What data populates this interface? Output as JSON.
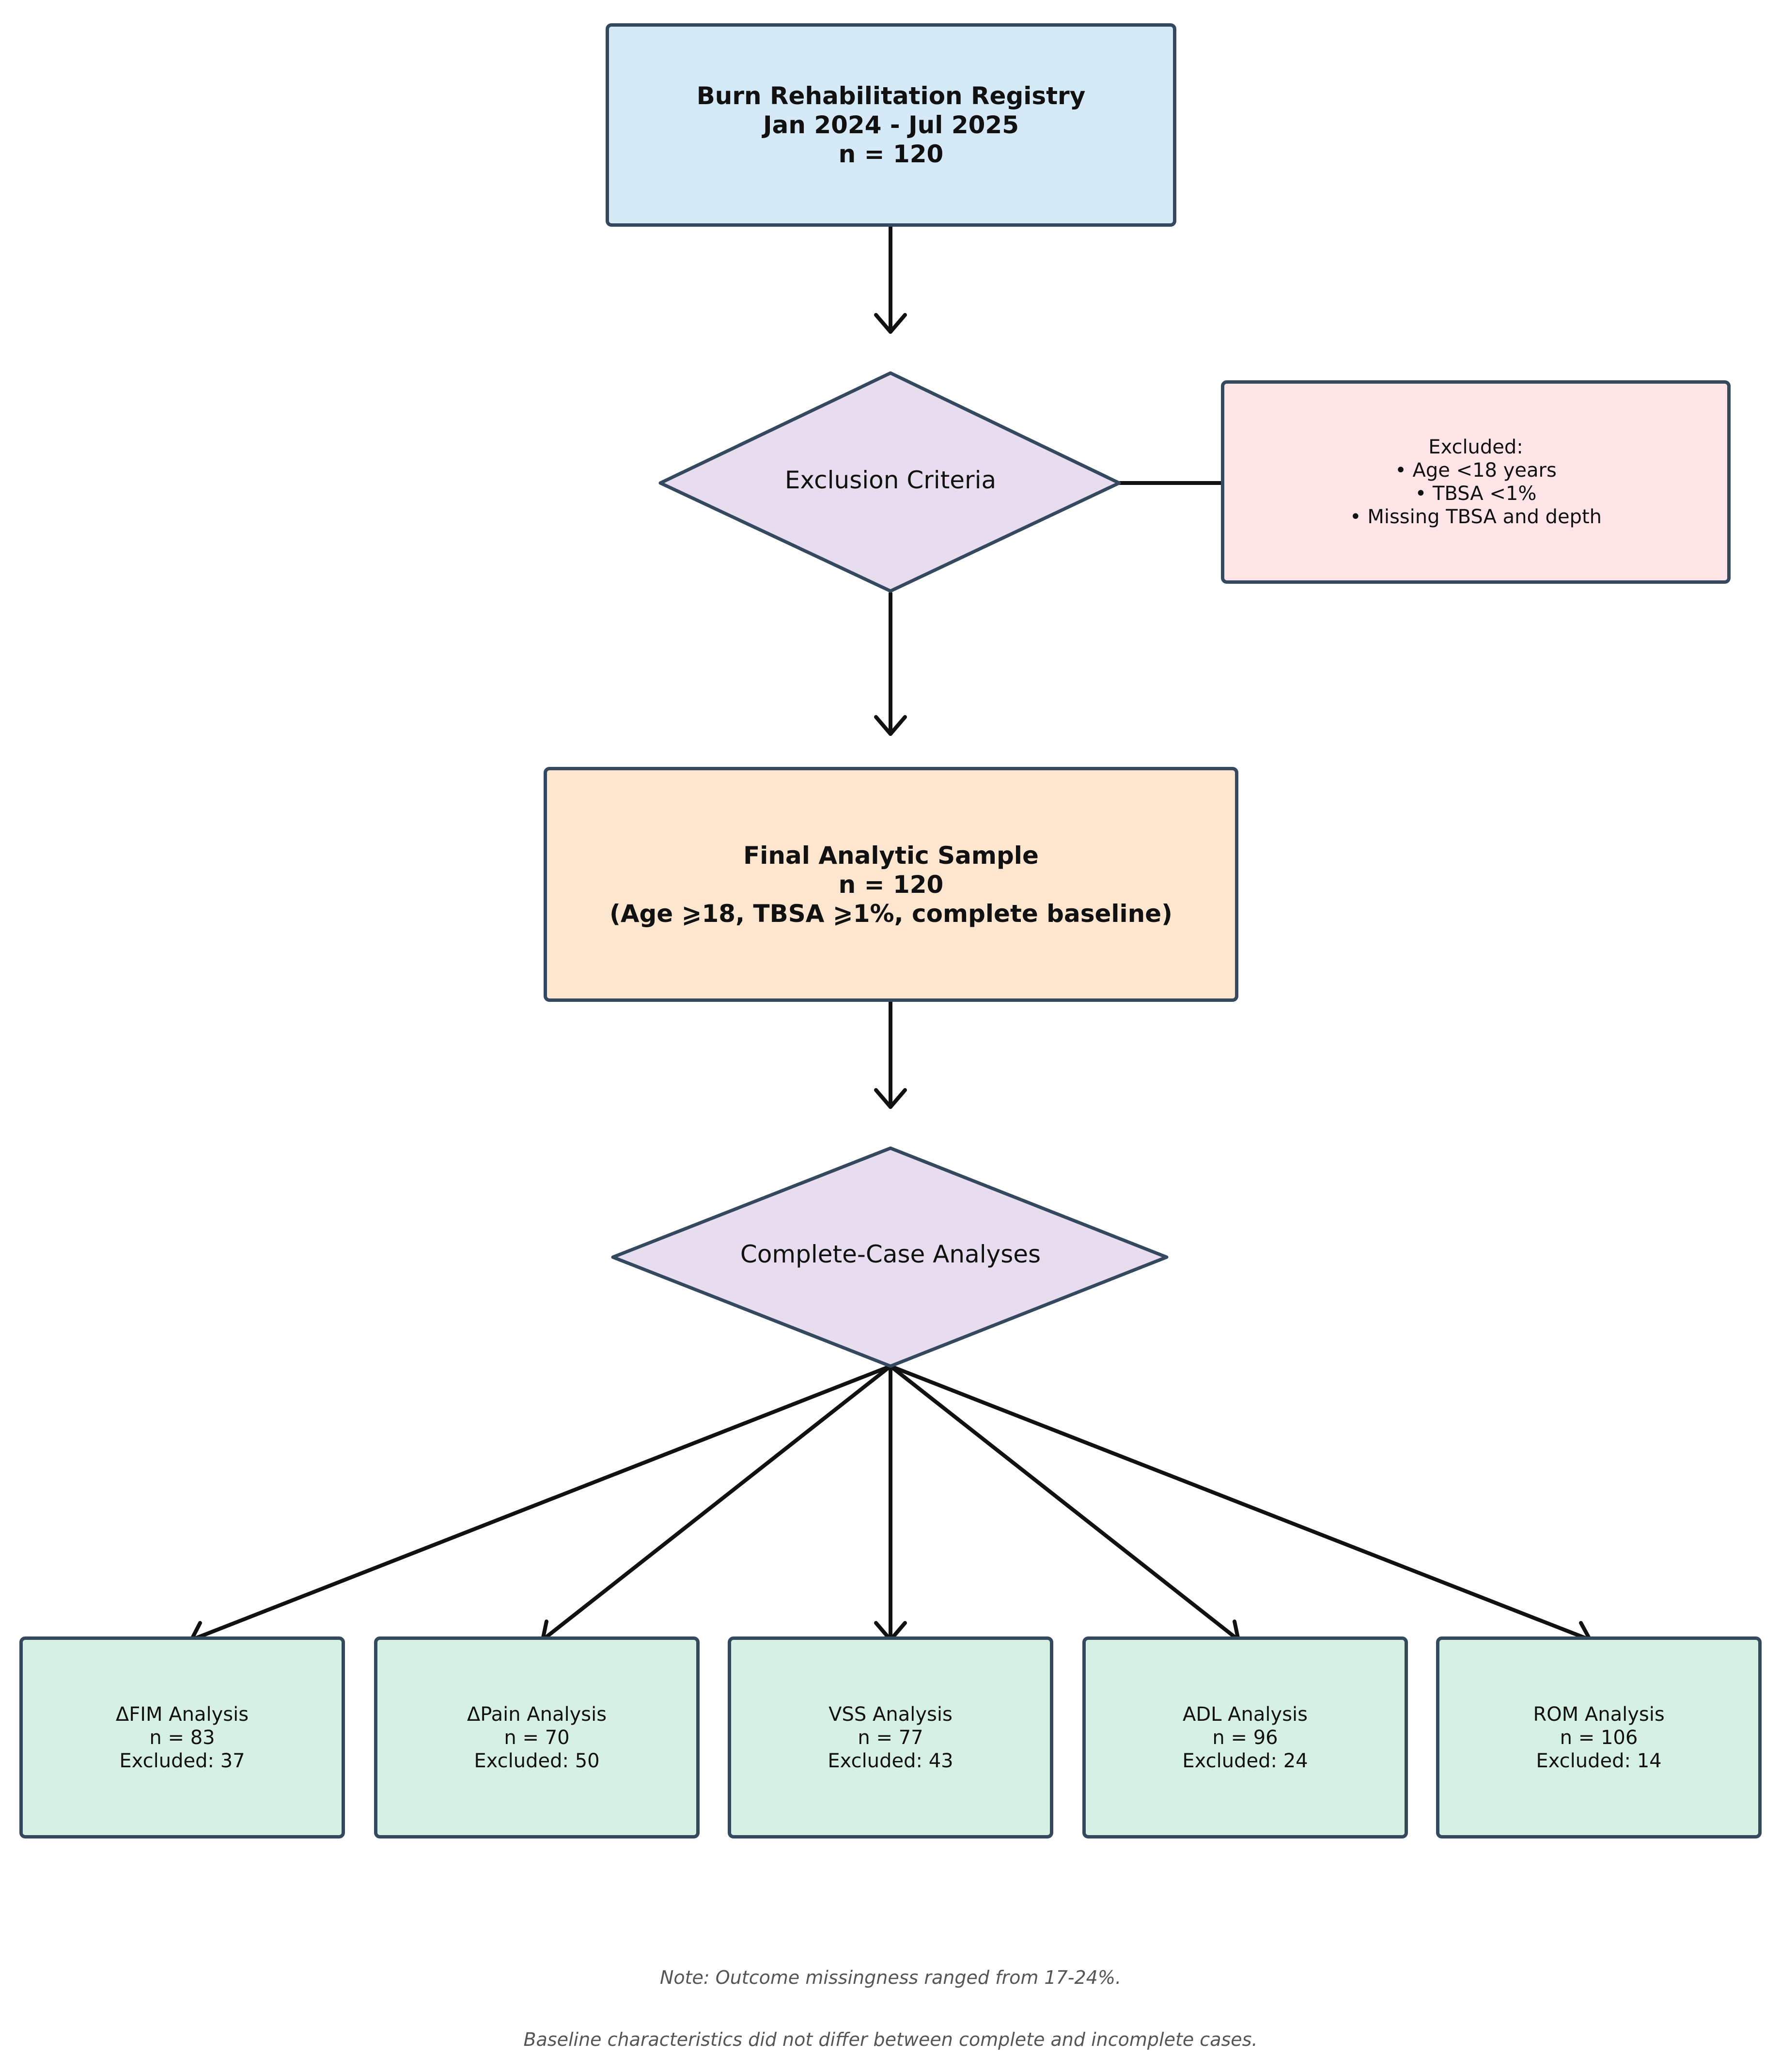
{
  "colors": {
    "border": "#34495e",
    "registry_fill": "#d6e9f6",
    "decision_fill": "#e8dcef",
    "excluded_fill": "#fde5e7",
    "final_fill": "#fde6cf",
    "analysis_fill": "#d6f1e4",
    "arrow": "#111111"
  },
  "registry": {
    "title": "Burn Rehabilitation Registry",
    "period": "Jan 2024 - Jul 2025",
    "n": "n = 120"
  },
  "exclusion": {
    "label": "Exclusion Criteria",
    "excluded_header": "Excluded:",
    "excluded_items": [
      "• Age <18 years",
      "• TBSA <1%",
      "• Missing TBSA and depth"
    ]
  },
  "final_sample": {
    "title": "Final Analytic Sample",
    "n": "n = 120",
    "criteria": "(Age ⩾18, TBSA ⩾1%, complete baseline)"
  },
  "complete_case": {
    "label": "Complete-Case Analyses"
  },
  "analyses": [
    {
      "name": "ΔFIM Analysis",
      "n": "n = 83",
      "excluded": "Excluded: 37"
    },
    {
      "name": "ΔPain Analysis",
      "n": "n = 70",
      "excluded": "Excluded: 50"
    },
    {
      "name": "VSS Analysis",
      "n": "n = 77",
      "excluded": "Excluded: 43"
    },
    {
      "name": "ADL Analysis",
      "n": "n = 96",
      "excluded": "Excluded: 24"
    },
    {
      "name": "ROM Analysis",
      "n": "n = 106",
      "excluded": "Excluded: 14"
    }
  ],
  "notes": {
    "line1": "Note: Outcome missingness ranged from 17-24%.",
    "line2": "Baseline characteristics did not differ between complete and incomplete cases."
  }
}
